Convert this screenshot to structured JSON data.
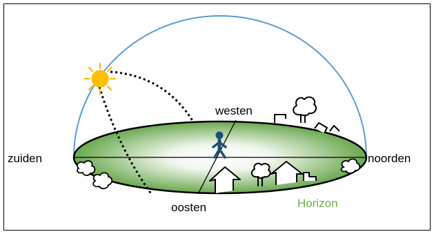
{
  "labels": {
    "west": "westen",
    "south": "zuiden",
    "north": "noorden",
    "east": "oosten",
    "horizon": "Horizon"
  },
  "colors": {
    "dome": "#5b9bd5",
    "horizon_text": "#70ad47",
    "ground_edge": "#3e7d2a",
    "ground_light": "#ffffff",
    "ground_dark": "#6aa84f",
    "sun": "#f5b800",
    "person": "#1f4e79"
  },
  "icons": [
    "sun-icon",
    "person-icon",
    "tree-icon",
    "house-icon",
    "bush-icon"
  ]
}
